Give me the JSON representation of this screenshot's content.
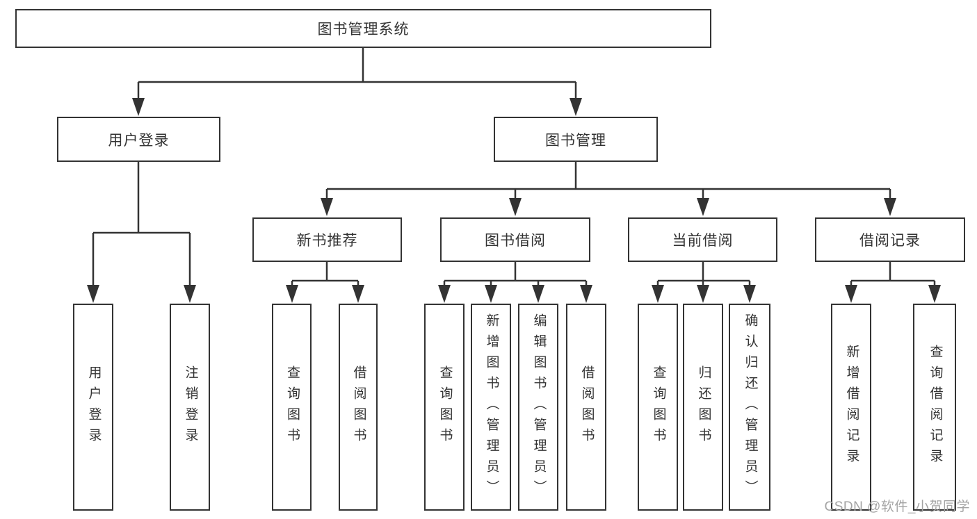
{
  "diagram": {
    "title": "图书管理系统",
    "level1": {
      "user_login": "用户登录",
      "book_management": "图书管理"
    },
    "level2": {
      "new_book_recommend": "新书推荐",
      "book_borrow": "图书借阅",
      "current_borrow": "当前借阅",
      "borrow_records": "借阅记录"
    },
    "leaves": {
      "login_user": "用户登录",
      "login_logout": "注销登录",
      "nb_query_books": "查询图书",
      "nb_borrow_books": "借阅图书",
      "bb_query_books": "查询图书",
      "bb_add_books": "新增图书（管理员）",
      "bb_edit_books": "编辑图书（管理员）",
      "bb_borrow_books": "借阅图书",
      "cb_query_books": "查询图书",
      "cb_return_books": "归还图书",
      "cb_confirm_return": "确认归还（管理员）",
      "br_add_record": "新增借阅记录",
      "br_query_record": "查询借阅记录"
    }
  },
  "watermark": {
    "text": "CSDN @软件_小贺同学"
  },
  "colors": {
    "line": "#333333",
    "box_border": "#333333",
    "background": "#ffffff",
    "watermark": "#a3a3a3"
  }
}
